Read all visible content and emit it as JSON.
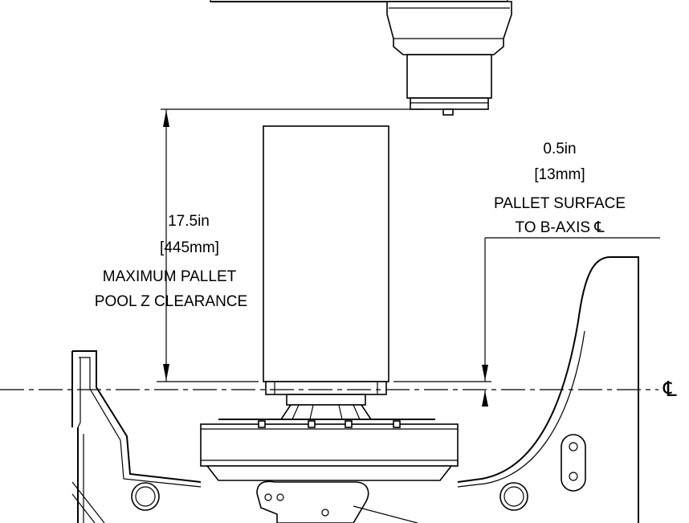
{
  "dimension_left": {
    "value_in": "17.5in",
    "value_mm": "445mm",
    "line1": "MAXIMUM PALLET",
    "line2": "POOL Z CLEARANCE"
  },
  "dimension_right": {
    "value_in": "0.5in",
    "value_mm": "13mm",
    "line1": "PALLET SURFACE",
    "line2": "TO B-AXIS"
  },
  "symbols": {
    "centerline_label": "℄",
    "centerline_inline": "℄"
  }
}
